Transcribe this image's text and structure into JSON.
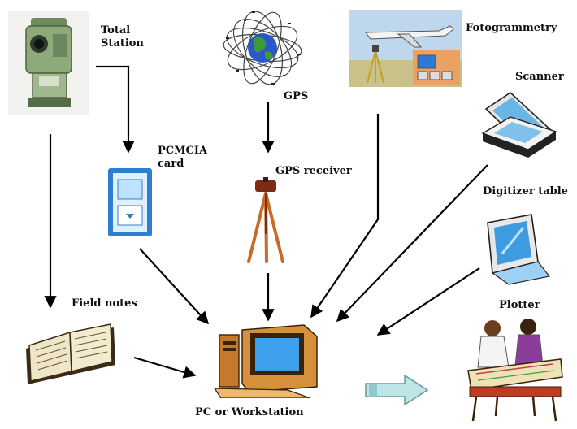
{
  "labels": {
    "total_station": [
      "Total",
      "Station"
    ],
    "gps": "GPS",
    "fotogrammetry": "Fotogrammetry",
    "scanner": "Scanner",
    "pcmcia": [
      "PCMCIA",
      "card"
    ],
    "gps_receiver": "GPS receiver",
    "digitizer": "Digitizer table",
    "field_notes": "Field notes",
    "plotter": "Plotter",
    "pc": "PC or Workstation"
  }
}
